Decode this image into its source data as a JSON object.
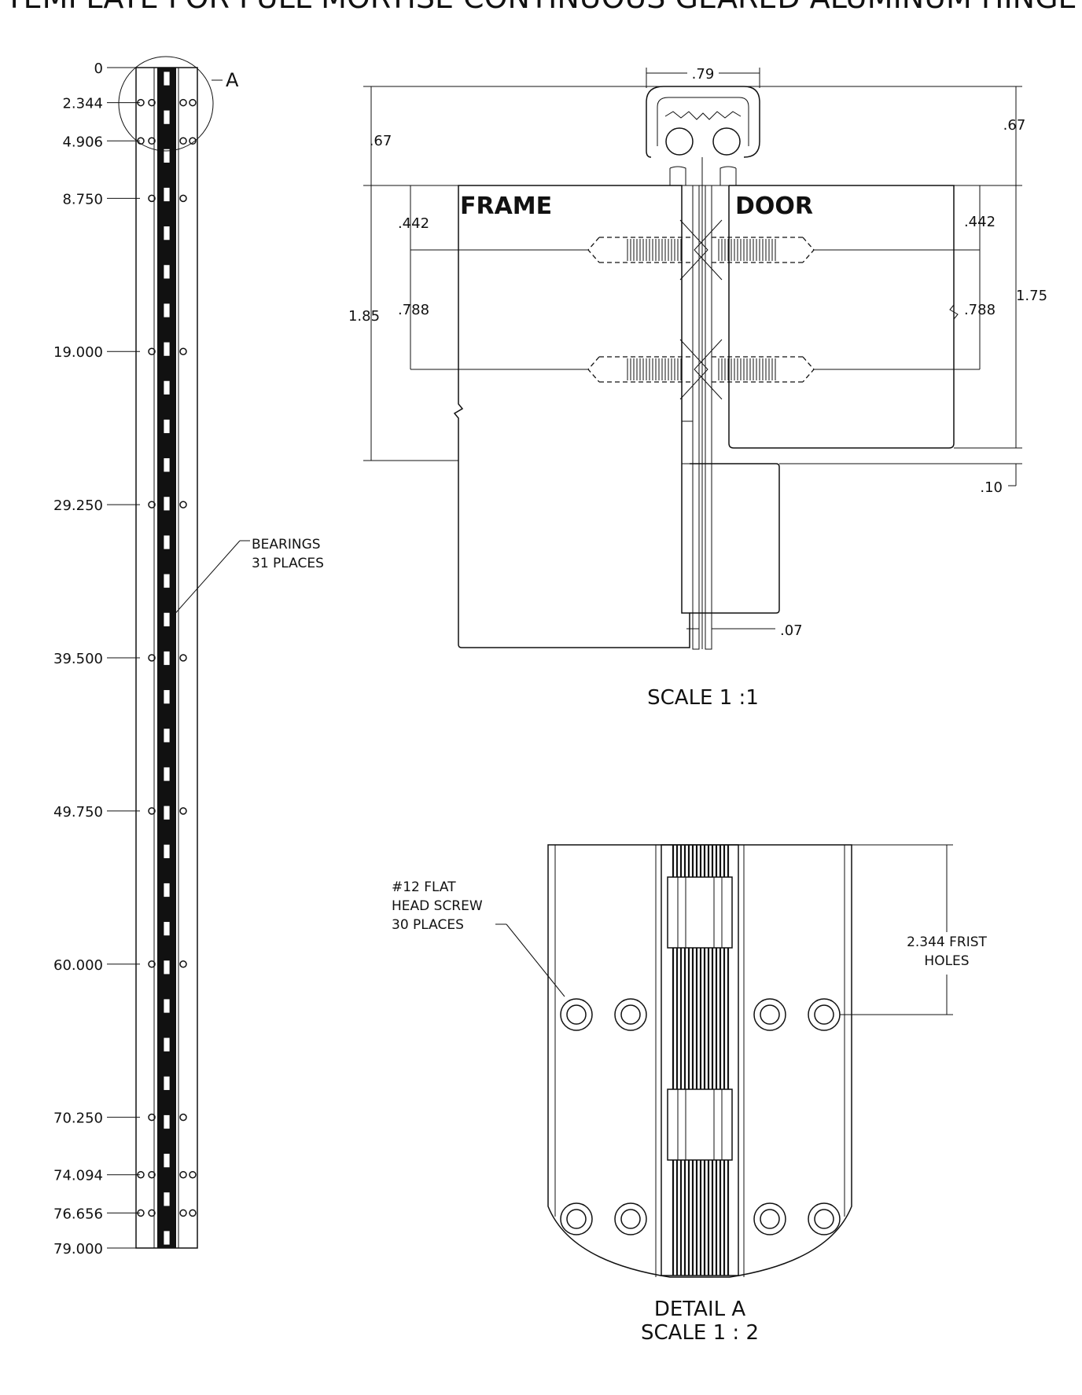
{
  "title": "TEMPLATE FOR FULL MORTISE CONTINUOUS GEARED ALUMINUM HINGE",
  "elevation": {
    "stations": [
      {
        "label": "0",
        "holes": 0
      },
      {
        "label": "2.344",
        "holes": 4
      },
      {
        "label": "4.906",
        "holes": 4
      },
      {
        "label": "8.750",
        "holes": 2
      },
      {
        "label": "19.000",
        "holes": 2
      },
      {
        "label": "29.250",
        "holes": 2
      },
      {
        "label": "39.500",
        "holes": 2
      },
      {
        "label": "49.750",
        "holes": 2
      },
      {
        "label": "60.000",
        "holes": 2
      },
      {
        "label": "70.250",
        "holes": 2
      },
      {
        "label": "74.094",
        "holes": 4
      },
      {
        "label": "76.656",
        "holes": 4
      },
      {
        "label": "79.000",
        "holes": 0
      }
    ],
    "detail_callout": "A",
    "bearings_line1": "BEARINGS",
    "bearings_line2": "31 PLACES",
    "bearing_count": 31
  },
  "section": {
    "frame_label": "FRAME",
    "door_label": "DOOR",
    "dim_top_width": ".79",
    "dim_left_head": ".67",
    "dim_right_head": ".67",
    "dim_left_first": ".442",
    "dim_right_first": ".442",
    "dim_left_spacing": ".788",
    "dim_right_spacing": ".788",
    "dim_left_overall": "1.85",
    "dim_right_overall": "1.75",
    "dim_bottom_offset": ".10",
    "dim_gap": ".07",
    "scale_label": "SCALE 1 :1"
  },
  "detail": {
    "screw_line1": "#12 FLAT",
    "screw_line2": "HEAD SCREW",
    "screw_line3": "30 PLACES",
    "first_holes_line1": "2.344 FRIST",
    "first_holes_line2": "HOLES",
    "title_line1": "DETAIL A",
    "title_line2": "SCALE 1 : 2"
  }
}
